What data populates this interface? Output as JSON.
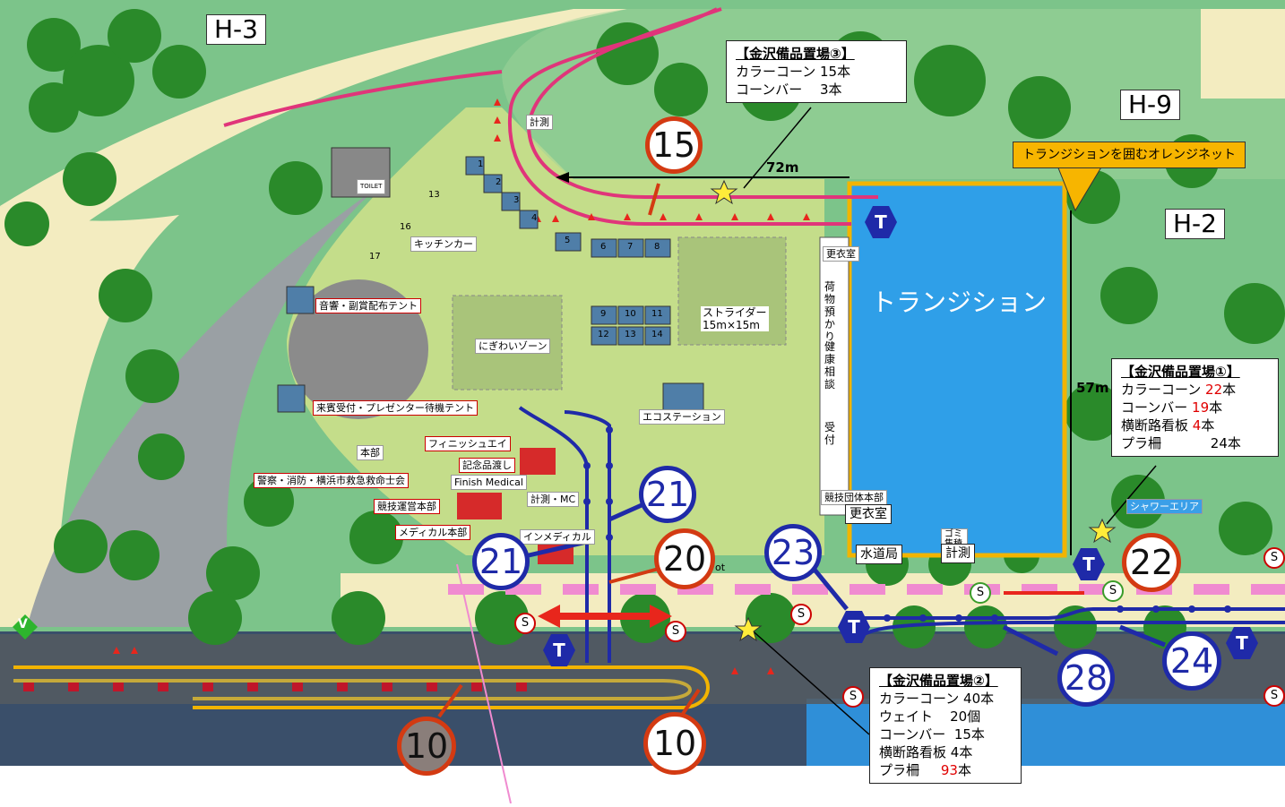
{
  "zones": {
    "h3": "H-3",
    "h9": "H-9",
    "h2": "H-2"
  },
  "transition": {
    "label": "トランジション",
    "net_label": "トランジションを囲むオレンジネット",
    "width_label": "72m",
    "height_label": "57m"
  },
  "callout_3": {
    "title": "【金沢備品置場③】",
    "lines": [
      "カラーコーン 15本",
      "コーンバー　 3本"
    ]
  },
  "callout_1": {
    "title": "【金沢備品置場①】",
    "rows": [
      {
        "item": "カラーコーン",
        "qty": "22",
        "unit": "本"
      },
      {
        "item": "コーンバー",
        "qty": "19",
        "unit": "本"
      },
      {
        "item": "横断路看板",
        "qty": "4",
        "unit": "本"
      },
      {
        "item": "プラ柵",
        "qty": "24",
        "unit": "本"
      }
    ]
  },
  "callout_2": {
    "title": "【金沢備品置場②】",
    "rows": [
      {
        "item": "カラーコーン",
        "qty": "40",
        "unit": "本"
      },
      {
        "item": "ウェイト",
        "qty": "20",
        "unit": "個"
      },
      {
        "item": "コーンバー",
        "qty": "15",
        "unit": "本"
      },
      {
        "item": "横断路看板",
        "qty": "4",
        "unit": "本"
      },
      {
        "item": "プラ柵",
        "qty": "93",
        "unit": "本"
      }
    ]
  },
  "facilities": {
    "keisoku_top": "計測",
    "kitchen_car": "キッチンカー",
    "sound_tent": "音響・副賞配布テント",
    "nigiwai": "にぎわいゾーン",
    "strider": "ストライダー",
    "strider_size": "15m×15m",
    "eco": "エコステーション",
    "guest_tent": "来賓受付・プレゼンター待機テント",
    "honbu": "本部",
    "police": "警察・消防・横浜市救急救命士会",
    "kyogi_unei": "競技運営本部",
    "medical_hq": "メディカル本部",
    "finish_area": "フィニッシュエイ",
    "kinenhin": "記念品渡し",
    "finish_medical": "Finish Medical",
    "keisoku_mc": "計測・MC",
    "main_medical": "インメディカル",
    "spot": "ot",
    "koui_top": "更衣室",
    "nimotsu": "荷物預かり",
    "kenko": "健康相談",
    "uketsuke": "受付",
    "kyogi_honbu": "競技団体本部",
    "koui_bottom": "更衣室",
    "suidou": "水道局",
    "gomi": "ゴミ集積",
    "keisoku_bottom": "計測",
    "shower": "シャワーエリア",
    "toilet": "TOILET"
  },
  "km_markers": {
    "m15": "15",
    "m20": "20",
    "m22": "22",
    "m10a": "10",
    "m10b": "10",
    "m21a": "21",
    "m21b": "21",
    "m23": "23",
    "m28": "28",
    "m24": "24"
  },
  "tent_numbers": [
    "1",
    "2",
    "3",
    "4",
    "5",
    "6",
    "7",
    "8",
    "9",
    "10",
    "11",
    "12",
    "13",
    "14"
  ],
  "kitchen_numbers": [
    "13",
    "16",
    "17"
  ],
  "symbols": {
    "t": "T",
    "s": "S",
    "v": "V"
  },
  "colors": {
    "grass": "#7cc48a",
    "lawn": "#c4dd8a",
    "path": "#f3ecc0",
    "water": "#2f9fe8",
    "sea": "#2f5f9a",
    "transition_border": "#f2b400",
    "bike_route": "#e0357a",
    "run_route": "#1f2aa8",
    "red_route": "#e8261c",
    "marker_red": "#d33a12"
  }
}
